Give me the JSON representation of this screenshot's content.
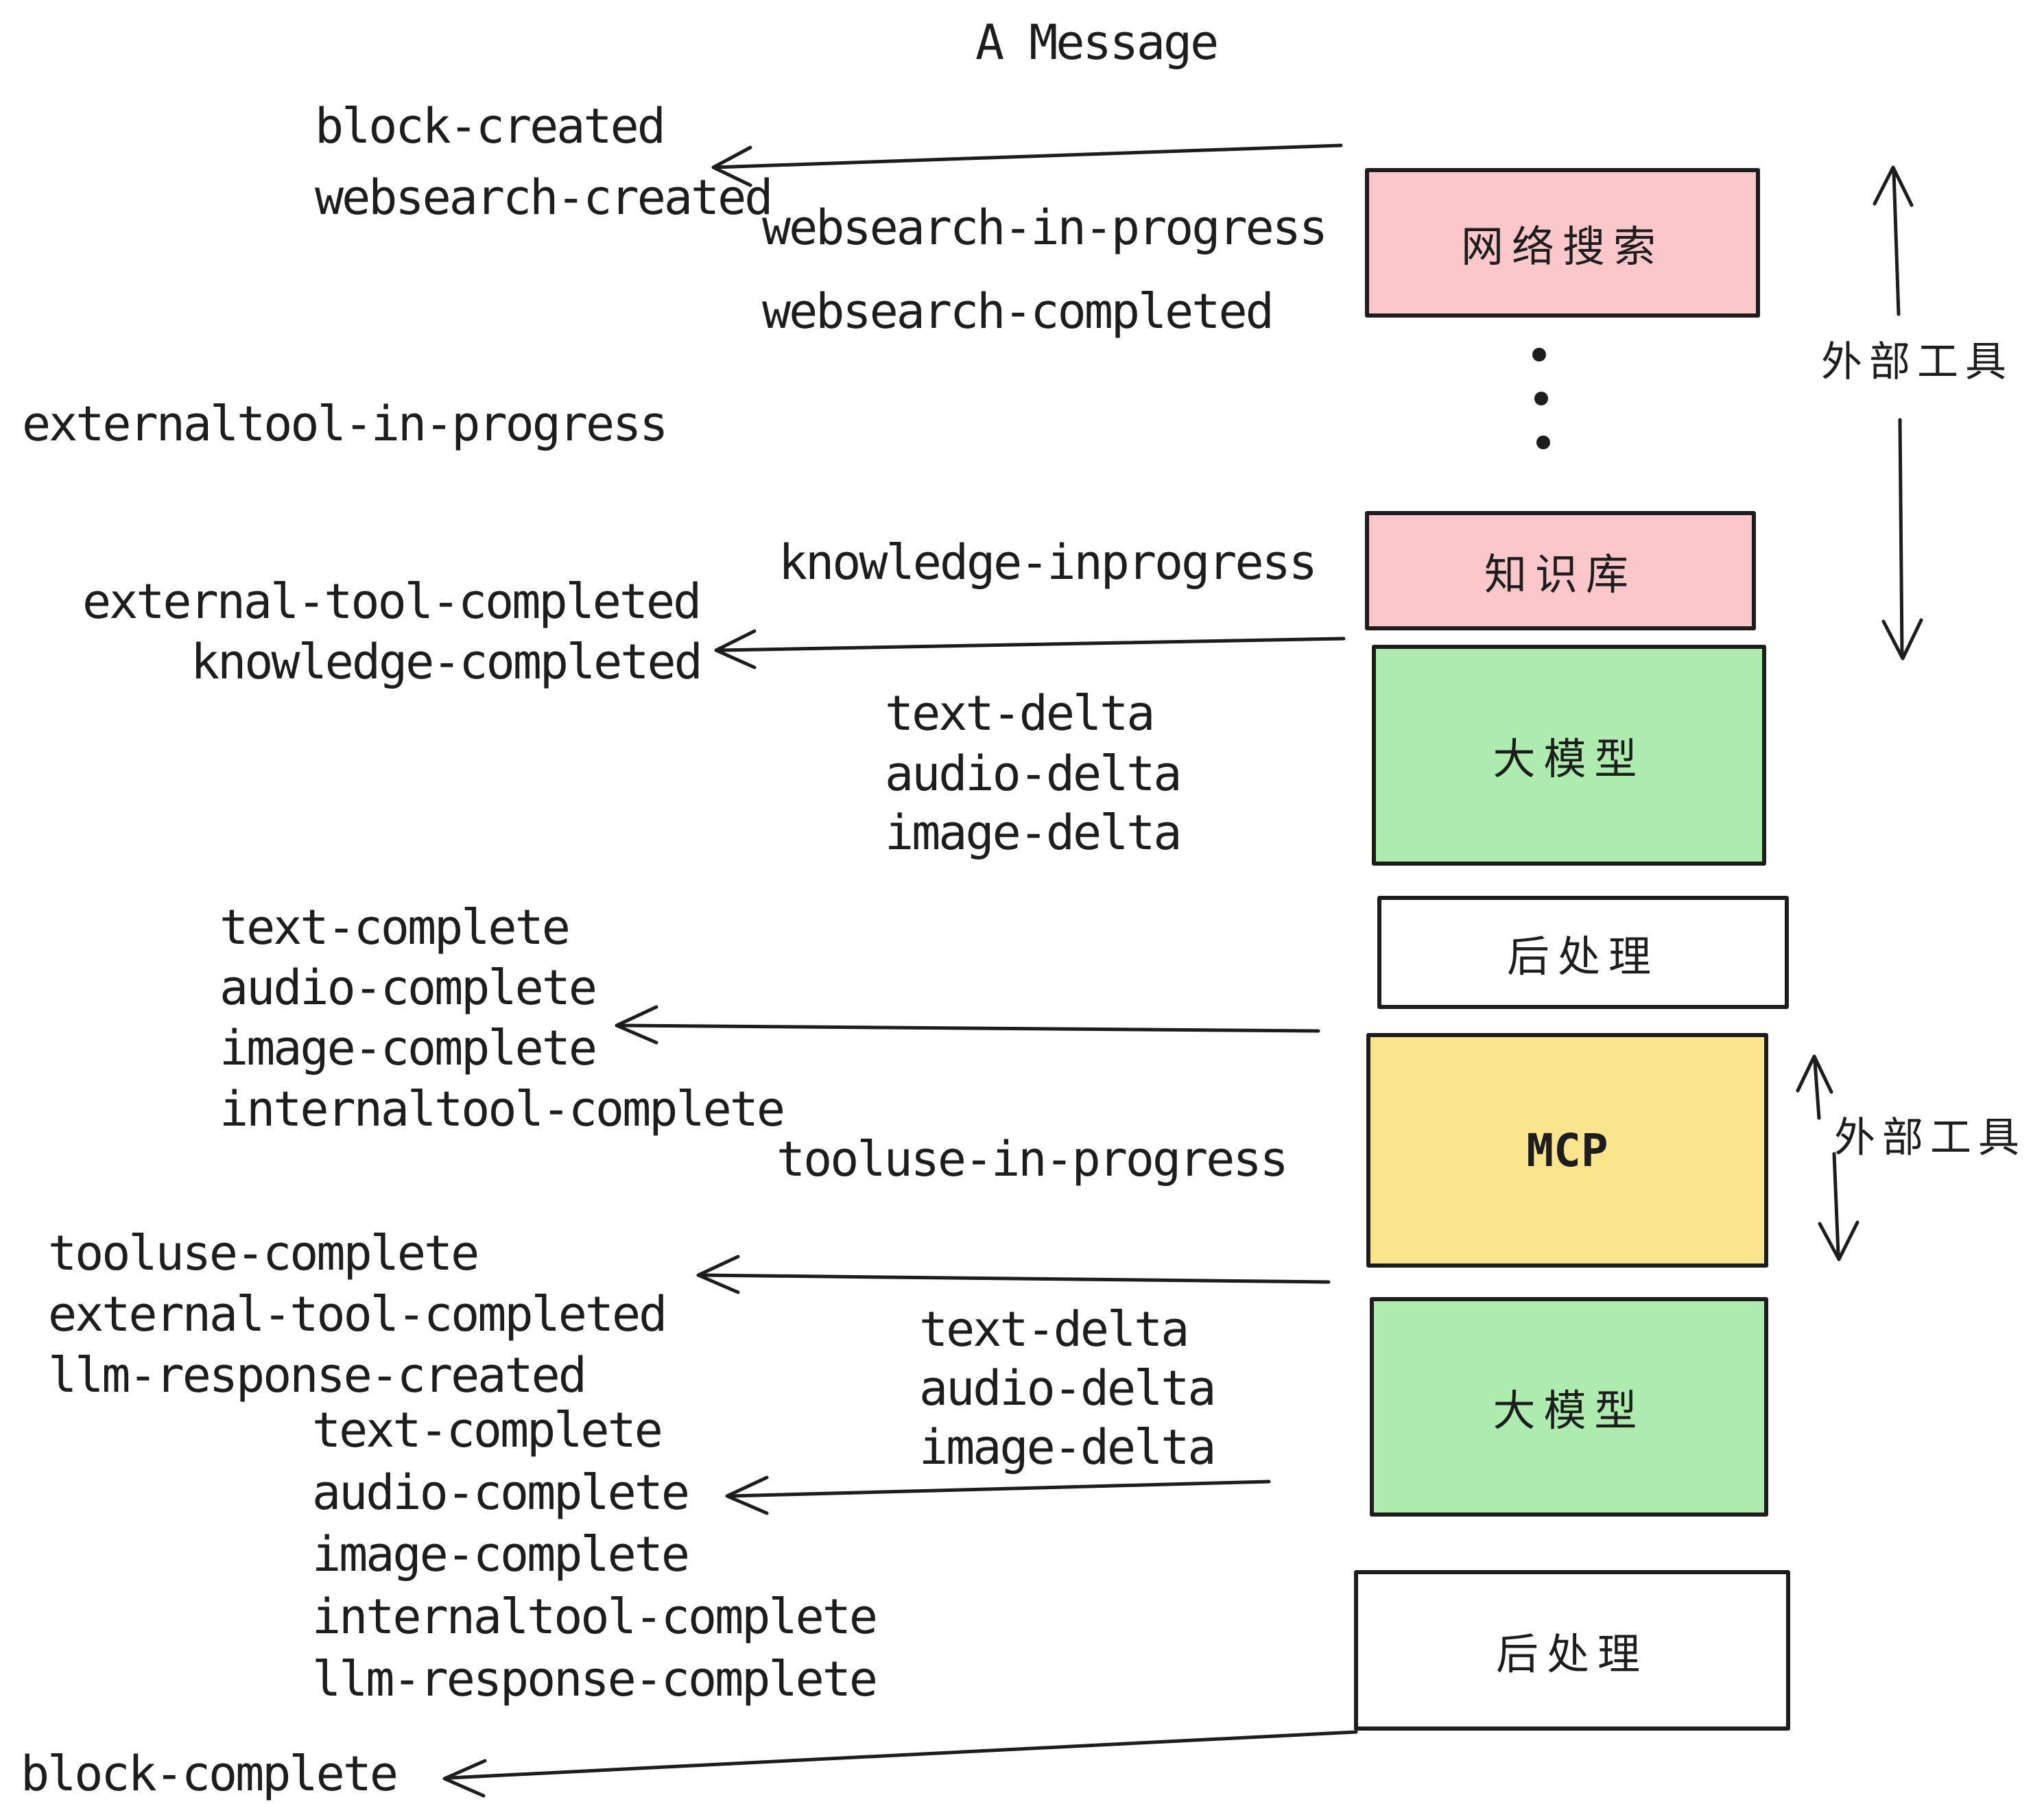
{
  "title": "A Message",
  "colors": {
    "background": "#ffffff",
    "stroke": "#1d1d1d",
    "external_tool_box": "#fbc7ca",
    "llm_box": "#aeebae",
    "mcp_box": "#fae58d",
    "post_process_box": "#ffffff"
  },
  "boxes": {
    "websearch": "网络搜索",
    "knowledge": "知识库",
    "llm1": "大模型",
    "post1": "后处理",
    "mcp": "MCP",
    "llm2": "大模型",
    "post2": "后处理"
  },
  "side_labels": {
    "external_tools_top": "外部工具",
    "external_tools_mcp": "外部工具"
  },
  "events": {
    "block_created": "block-created",
    "websearch_created": "websearch-created",
    "websearch_in_progress": "websearch-in-progress",
    "websearch_completed": "websearch-completed",
    "externaltool_in_progress": "externaltool-in-progress",
    "knowledge_inprogress": "knowledge-inprogress",
    "external_tool_completed_1": "external-tool-completed",
    "knowledge_completed": "knowledge-completed",
    "text_delta_1": "text-delta",
    "audio_delta_1": "audio-delta",
    "image_delta_1": "image-delta",
    "text_complete_1": "text-complete",
    "audio_complete_1": "audio-complete",
    "image_complete_1": "image-complete",
    "internaltool_complete_1": "internaltool-complete",
    "tooluse_in_progress": "tooluse-in-progress",
    "tooluse_complete": "tooluse-complete",
    "external_tool_completed_2": "external-tool-completed",
    "llm_response_created": "llm-response-created",
    "text_complete_2": "text-complete",
    "audio_complete_2": "audio-complete",
    "image_complete_2": "image-complete",
    "internaltool_complete_2": "internaltool-complete",
    "llm_response_complete": "llm-response-complete",
    "block_complete": "block-complete"
  }
}
